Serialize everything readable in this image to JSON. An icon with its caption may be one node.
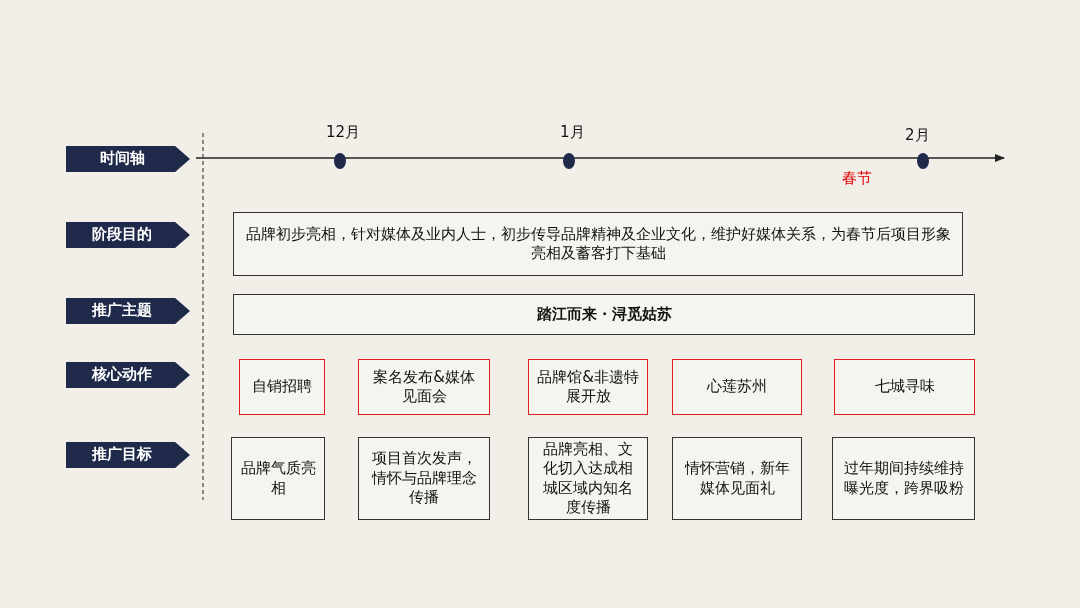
{
  "diagram": {
    "nodes": [
      {
        "text": [
          "时间轴"
        ]
      },
      {
        "text": [
          "阶段目的"
        ]
      },
      {
        "text": [
          "推广主题"
        ]
      },
      {
        "text": [
          "核心动作"
        ]
      },
      {
        "text": [
          "推广目标"
        ]
      },
      {
        "text": [
          "品牌初步亮相，针对媒体及业内人士，初步传导品牌精神及企业文化，维护好媒体关系，为春节后项目形象亮相及蓄客打下基础"
        ]
      },
      {
        "text": [
          "踏江而来・浔觅姑苏"
        ]
      },
      {
        "text": [
          "自销招聘"
        ]
      },
      {
        "text": [
          "案名发布&媒体见面会"
        ]
      },
      {
        "text": [
          "品牌馆&非遗特展开放"
        ]
      },
      {
        "text": [
          "心莲苏州"
        ]
      },
      {
        "text": [
          "七城寻味"
        ]
      },
      {
        "text": [
          "品牌气质亮相"
        ]
      },
      {
        "text": [
          "项目首次发声，情怀与品牌理念传播"
        ]
      },
      {
        "text": [
          "品牌亮相、文化切入达成相城区域内知名度传播"
        ]
      },
      {
        "text": [
          "情怀营销，新年媒体见面礼"
        ]
      },
      {
        "text": [
          "过年期间持续维持曝光度，跨界吸粉"
        ]
      }
    ],
    "labels": [
      "12月",
      "1月",
      "2月",
      "春节"
    ]
  }
}
